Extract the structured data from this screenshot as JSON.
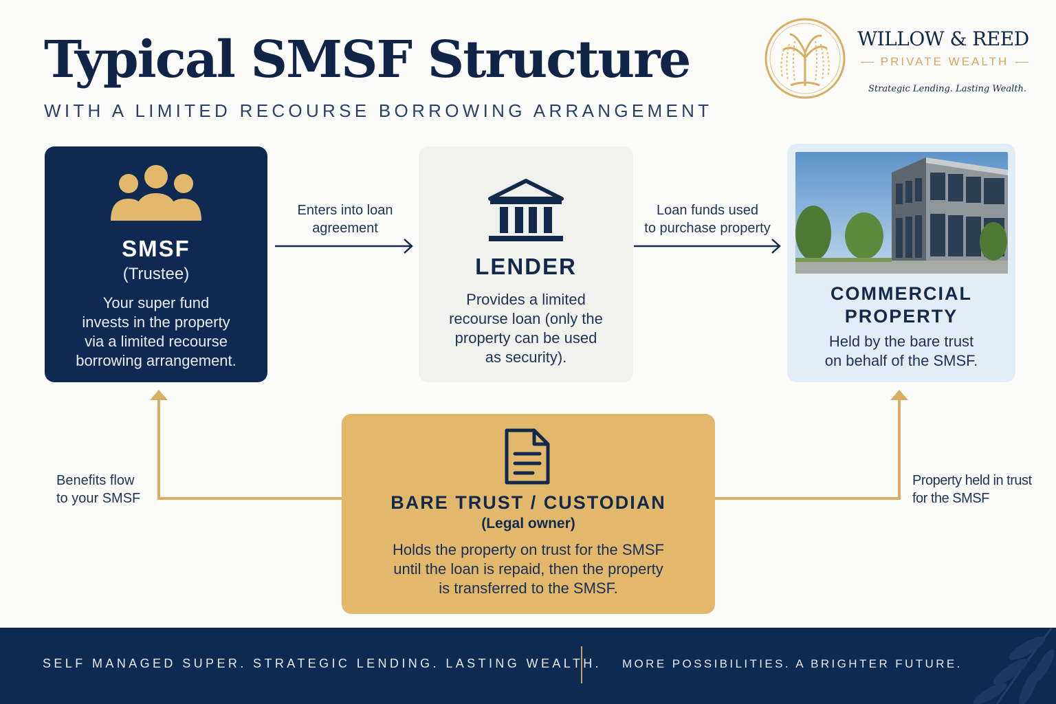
{
  "header": {
    "title": "Typical SMSF Structure",
    "subtitle": "WITH A LIMITED RECOURSE BORROWING ARRANGEMENT"
  },
  "logo": {
    "name": "WILLOW & REED",
    "sub": "PRIVATE WEALTH",
    "tagline": "Strategic Lending. Lasting Wealth."
  },
  "cards": {
    "smsf": {
      "icon": "people-group-icon",
      "title": "SMSF",
      "sub": "(Trustee)",
      "desc": [
        "Your super fund",
        "invests in the property",
        "via a limited recourse",
        "borrowing arrangement."
      ]
    },
    "lender": {
      "icon": "bank-building-icon",
      "title": "LENDER",
      "desc": [
        "Provides a limited",
        "recourse loan (only the",
        "property can be used",
        "as security)."
      ]
    },
    "property": {
      "icon": "commercial-building-photo",
      "title": [
        "COMMERCIAL",
        "PROPERTY"
      ],
      "desc": [
        "Held by the bare trust",
        "on behalf of the SMSF."
      ]
    },
    "trust": {
      "icon": "document-icon",
      "title": "BARE TRUST / CUSTODIAN",
      "sub": "(Legal owner)",
      "desc": [
        "Holds the property on trust for the SMSF",
        "until the loan is repaid, then the property",
        "is transferred to the SMSF."
      ]
    }
  },
  "arrows": {
    "smsf_to_lender": [
      "Enters into loan",
      "agreement"
    ],
    "lender_to_property": [
      "Loan funds used",
      "to purchase property"
    ],
    "trust_to_smsf": [
      "Benefits flow",
      "to your SMSF"
    ],
    "trust_to_property": [
      "Property held in trust",
      "for the SMSF"
    ]
  },
  "footer": {
    "left": "SELF MANAGED SUPER. STRATEGIC LENDING. LASTING WEALTH.",
    "right": "MORE POSSIBILITIES. A BRIGHTER FUTURE."
  },
  "colors": {
    "navy": "#0e2a52",
    "gold": "#e2b96c",
    "gold_line": "#d9ad62",
    "lender_bg": "#f1f1ee",
    "property_bg": "#e3edf6"
  }
}
